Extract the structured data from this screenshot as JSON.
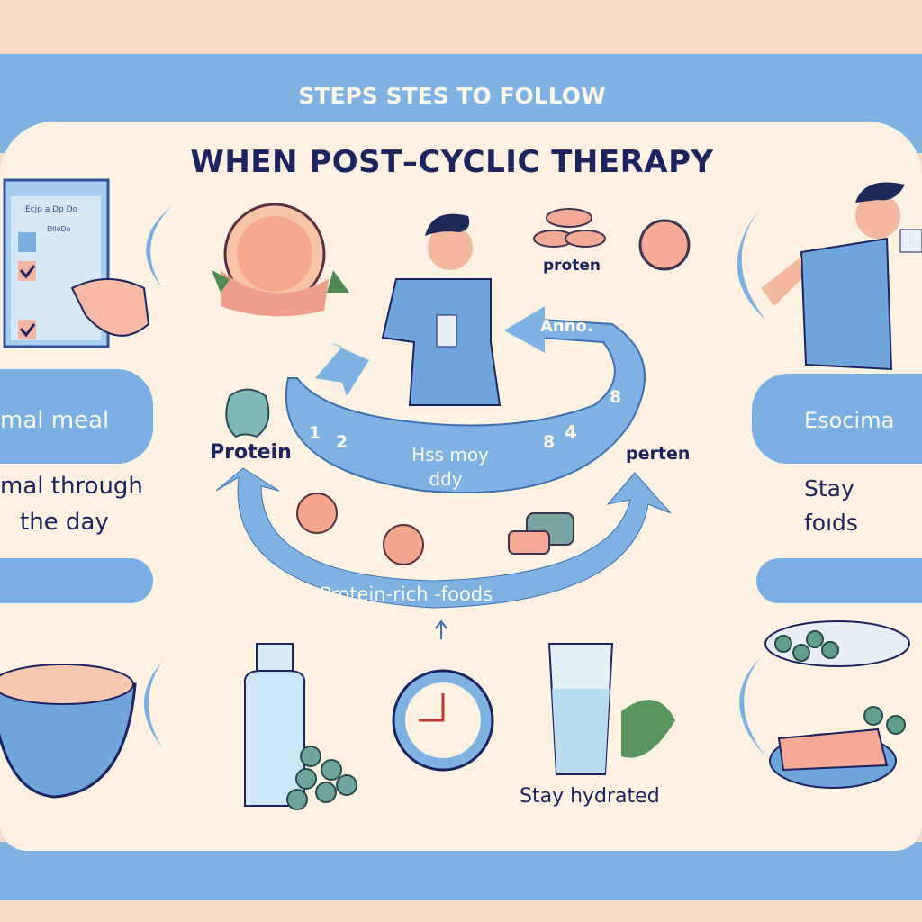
{
  "header": {
    "subtitle": "STEPS STES TO FOLLOW",
    "title": "WHEN POST–CYCLIC THERAPY"
  },
  "left": {
    "clipboard_title": "Ecjp a Dp Do",
    "clipboard_sub": "DlloDo",
    "pill_label": "mal meal",
    "caption_line1": "mal through",
    "caption_line2": "the day"
  },
  "center": {
    "label_protein_left": "Protein",
    "label_protein_top": "proten",
    "label_perten": "perten",
    "arrow_label": "Anno.",
    "band_text_line1": "Hss moy",
    "band_text_line2": "ddy",
    "numbers": [
      "1",
      "2",
      "8",
      "4",
      "8"
    ],
    "loop_label": "Protein-rich -foods",
    "hydrated_label": "Stay hydrated"
  },
  "right": {
    "pill_label": "Esocima",
    "caption_line1": "Stay",
    "caption_line2": "foıds"
  },
  "colors": {
    "blue": "#7db2e2",
    "cream": "#fdf2e2",
    "peach": "#f6dcc6",
    "navy": "#1c2360"
  }
}
